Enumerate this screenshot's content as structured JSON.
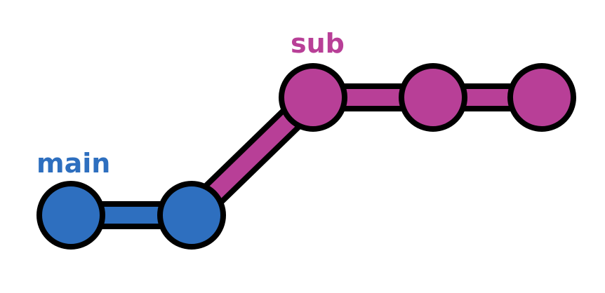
{
  "branches": {
    "main": {
      "label": "main",
      "color": "#2e6fbf"
    },
    "sub": {
      "label": "sub",
      "color": "#b83f97"
    }
  },
  "outline_color": "#000000",
  "commits": [
    {
      "id": "main-1",
      "branch": "main"
    },
    {
      "id": "main-2",
      "branch": "main"
    },
    {
      "id": "sub-1",
      "branch": "sub"
    },
    {
      "id": "sub-2",
      "branch": "sub"
    },
    {
      "id": "sub-3",
      "branch": "sub"
    }
  ],
  "links": [
    {
      "from": "main-1",
      "to": "main-2",
      "branch": "main"
    },
    {
      "from": "main-2",
      "to": "sub-1",
      "branch": "sub"
    },
    {
      "from": "sub-1",
      "to": "sub-2",
      "branch": "sub"
    },
    {
      "from": "sub-2",
      "to": "sub-3",
      "branch": "sub"
    }
  ]
}
